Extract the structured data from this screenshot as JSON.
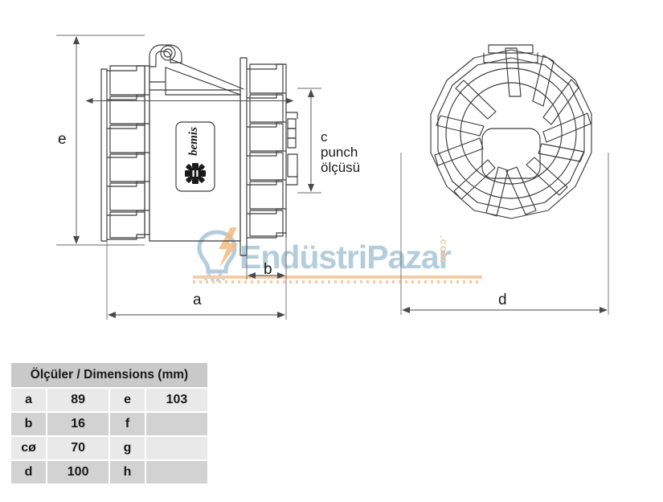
{
  "drawing": {
    "title": "industrial-connector-dimension-drawing",
    "views": [
      {
        "name": "side-view",
        "label": ""
      },
      {
        "name": "front-view",
        "label": ""
      }
    ],
    "brand_label": "bemis",
    "dimension_labels": {
      "e": "e",
      "a": "a",
      "b": "b",
      "d": "d",
      "c_line1": "c",
      "c_line2": "punch",
      "c_line3": "ölçüsü"
    }
  },
  "watermark": {
    "text_part1": "End",
    "text_part2": "üstriPazar",
    "full_text": "EndüstriPazar",
    "suffix": ".com",
    "color_blue": "#b4cddd",
    "color_orange": "#f0c8a0"
  },
  "table": {
    "header": "Ölçüler / Dimensions (mm)",
    "rows": [
      {
        "key1": "a",
        "val1": "89",
        "key2": "e",
        "val2": "103"
      },
      {
        "key1": "b",
        "val1": "16",
        "key2": "f",
        "val2": ""
      },
      {
        "key1": "cø",
        "val1": "70",
        "key2": "g",
        "val2": ""
      },
      {
        "key1": "d",
        "val1": "100",
        "key2": "h",
        "val2": ""
      }
    ]
  },
  "colors": {
    "line": "#333333",
    "dimension_line": "#555555",
    "header_bg": "#c9c9c9",
    "row_light": "#e9e9e9",
    "row_dark": "#d2d2d2"
  }
}
